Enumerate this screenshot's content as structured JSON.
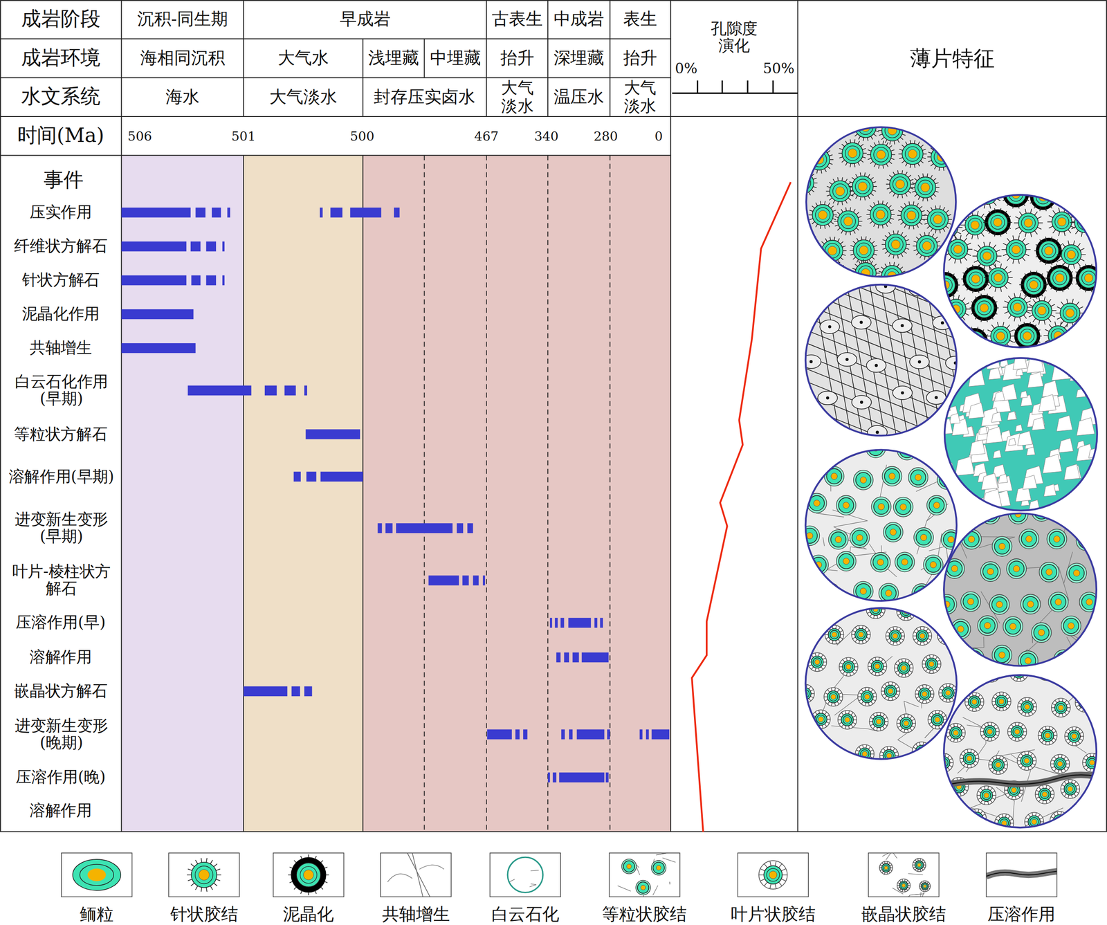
{
  "diagram": {
    "labels": [
      "成岩阶段",
      "沉积-同生期",
      "早成岩",
      "古表生",
      "中成岩",
      "表生",
      "成岩环境",
      "海相同沉积",
      "大气水",
      "浅埋藏",
      "中埋藏",
      "抬升",
      "深埋藏",
      "抬升",
      "水文系统",
      "海水",
      "大气淡水",
      "封存压实卤水",
      "大气淡水",
      "温压水",
      "大气淡水",
      "孔隙度 演化",
      "0%",
      "50%",
      "薄片特征",
      "时间(Ma)",
      "506",
      "501",
      "500",
      "467",
      "340",
      "280",
      "0",
      "事件",
      "压实作用",
      "纤维状方解石",
      "针状方解石",
      "泥晶化作用",
      "共轴增生",
      "白云石化作用(早期)",
      "等粒状方解石",
      "溶解作用(早期)",
      "进变新生变形(早期)",
      "叶片-棱柱状方解石",
      "压溶作用(早)",
      "溶解作用",
      "嵌晶状方解石",
      "进变新生变形(晚期)",
      "压溶作用(晚)",
      "溶解作用"
    ],
    "legend": [
      {
        "text": "鲕粒"
      },
      {
        "text": "针状胶结"
      },
      {
        "text": "泥晶化"
      },
      {
        "text": "共轴增生"
      },
      {
        "text": "白云石化"
      },
      {
        "text": "等粒状胶结"
      },
      {
        "text": "叶片状胶结"
      },
      {
        "text": "嵌晶状胶结"
      },
      {
        "text": "压溶作用"
      }
    ]
  }
}
